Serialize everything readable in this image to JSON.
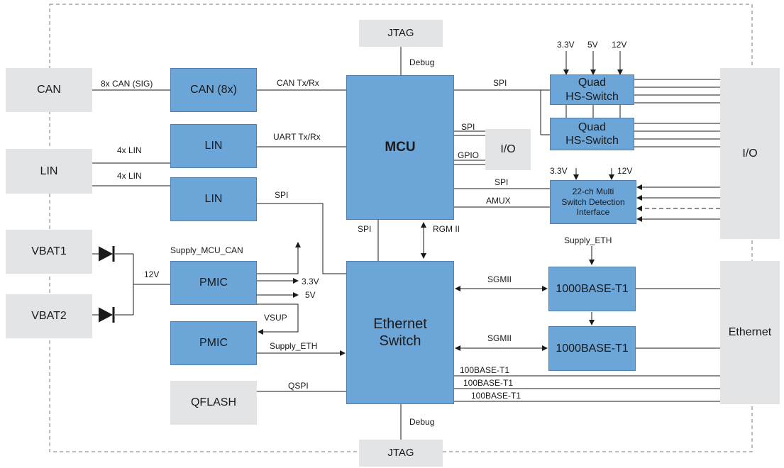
{
  "blocks": {
    "jtag_top": "JTAG",
    "jtag_bottom": "JTAG",
    "can_ext": "CAN",
    "can8": "CAN (8x)",
    "lin_ext": "LIN",
    "lin1": "LIN",
    "lin2": "LIN",
    "vbat1": "VBAT1",
    "vbat2": "VBAT2",
    "pmic1": "PMIC",
    "pmic2": "PMIC",
    "qflash": "QFLASH",
    "mcu": "MCU",
    "io_small": "I/O",
    "eth_switch_line1": "Ethernet",
    "eth_switch_line2": "Switch",
    "quad1_line1": "Quad",
    "quad1_line2": "HS-Switch",
    "quad2_line1": "Quad",
    "quad2_line2": "HS-Switch",
    "sdi_line1": "22-ch Multi",
    "sdi_line2": "Switch Detection",
    "sdi_line3": "Interface",
    "phy1": "1000BASE-T1",
    "phy2": "1000BASE-T1",
    "io_right": "I/O",
    "ethernet_right": "Ethernet"
  },
  "labels": {
    "debug_top": "Debug",
    "debug_bottom": "Debug",
    "can_sig": "8x CAN (SIG)",
    "can_txrx": "CAN Tx/Rx",
    "lin_4x_1": "4x LIN",
    "lin_4x_2": "4x LIN",
    "uart": "UART Tx/Rx",
    "spi_lin": "SPI",
    "spi_quad": "SPI",
    "spi_io": "SPI",
    "gpio": "GPIO",
    "spi_sdi": "SPI",
    "amux": "AMUX",
    "spi_mcu_eth": "SPI",
    "rgmii": "RGM II",
    "v33_quad": "3.3V",
    "v5_quad": "5V",
    "v12_quad": "12V",
    "v33_sdi": "3.3V",
    "v12_sdi": "12V",
    "supply_mcu_can": "Supply_MCU_CAN",
    "v12_vbat": "12V",
    "v33_pmic": "3.3V",
    "v5_pmic": "5V",
    "vsup": "VSUP",
    "supply_eth_pmic": "Supply_ETH",
    "supply_eth_phy": "Supply_ETH",
    "qspi": "QSPI",
    "sgmii1": "SGMII",
    "sgmii2": "SGMII",
    "t1_1": "100BASE-T1",
    "t1_2": "100BASE-T1",
    "t1_3": "100BASE-T1"
  }
}
